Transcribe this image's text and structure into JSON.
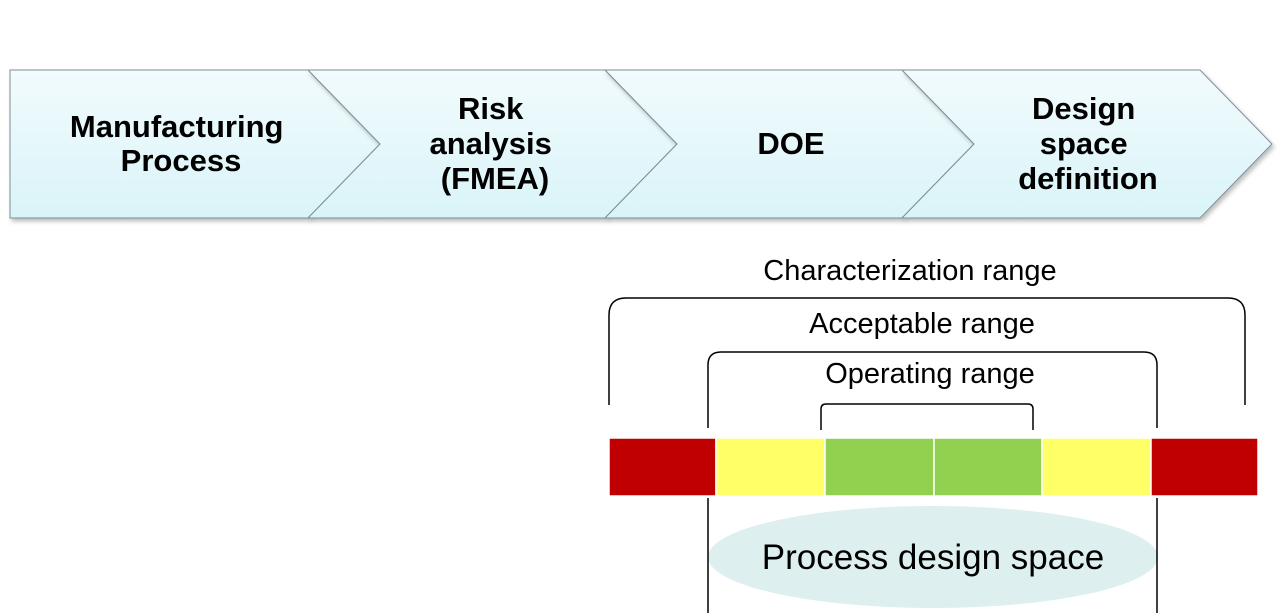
{
  "process_steps": [
    {
      "lines": [
        "Manufacturing",
        "Process"
      ]
    },
    {
      "lines": [
        "Risk",
        "analysis",
        "(FMEA)"
      ]
    },
    {
      "lines": [
        "DOE"
      ]
    },
    {
      "lines": [
        "Design",
        "space",
        "definition"
      ]
    }
  ],
  "ranges": {
    "characterization": "Characterization range",
    "acceptable": "Acceptable range",
    "operating": "Operating range"
  },
  "design_space_label": "Process design space",
  "zones": [
    {
      "status": "unacceptable",
      "color": "#c00000"
    },
    {
      "status": "acceptable",
      "color": "#ffff66"
    },
    {
      "status": "operating",
      "color": "#92d050"
    },
    {
      "status": "operating",
      "color": "#92d050"
    },
    {
      "status": "acceptable",
      "color": "#ffff66"
    },
    {
      "status": "unacceptable",
      "color": "#c00000"
    }
  ],
  "colors": {
    "step_fill_top": "#f2fbfd",
    "step_fill_bottom": "#d9f4f8",
    "design_space_fill": "#ddefef"
  }
}
